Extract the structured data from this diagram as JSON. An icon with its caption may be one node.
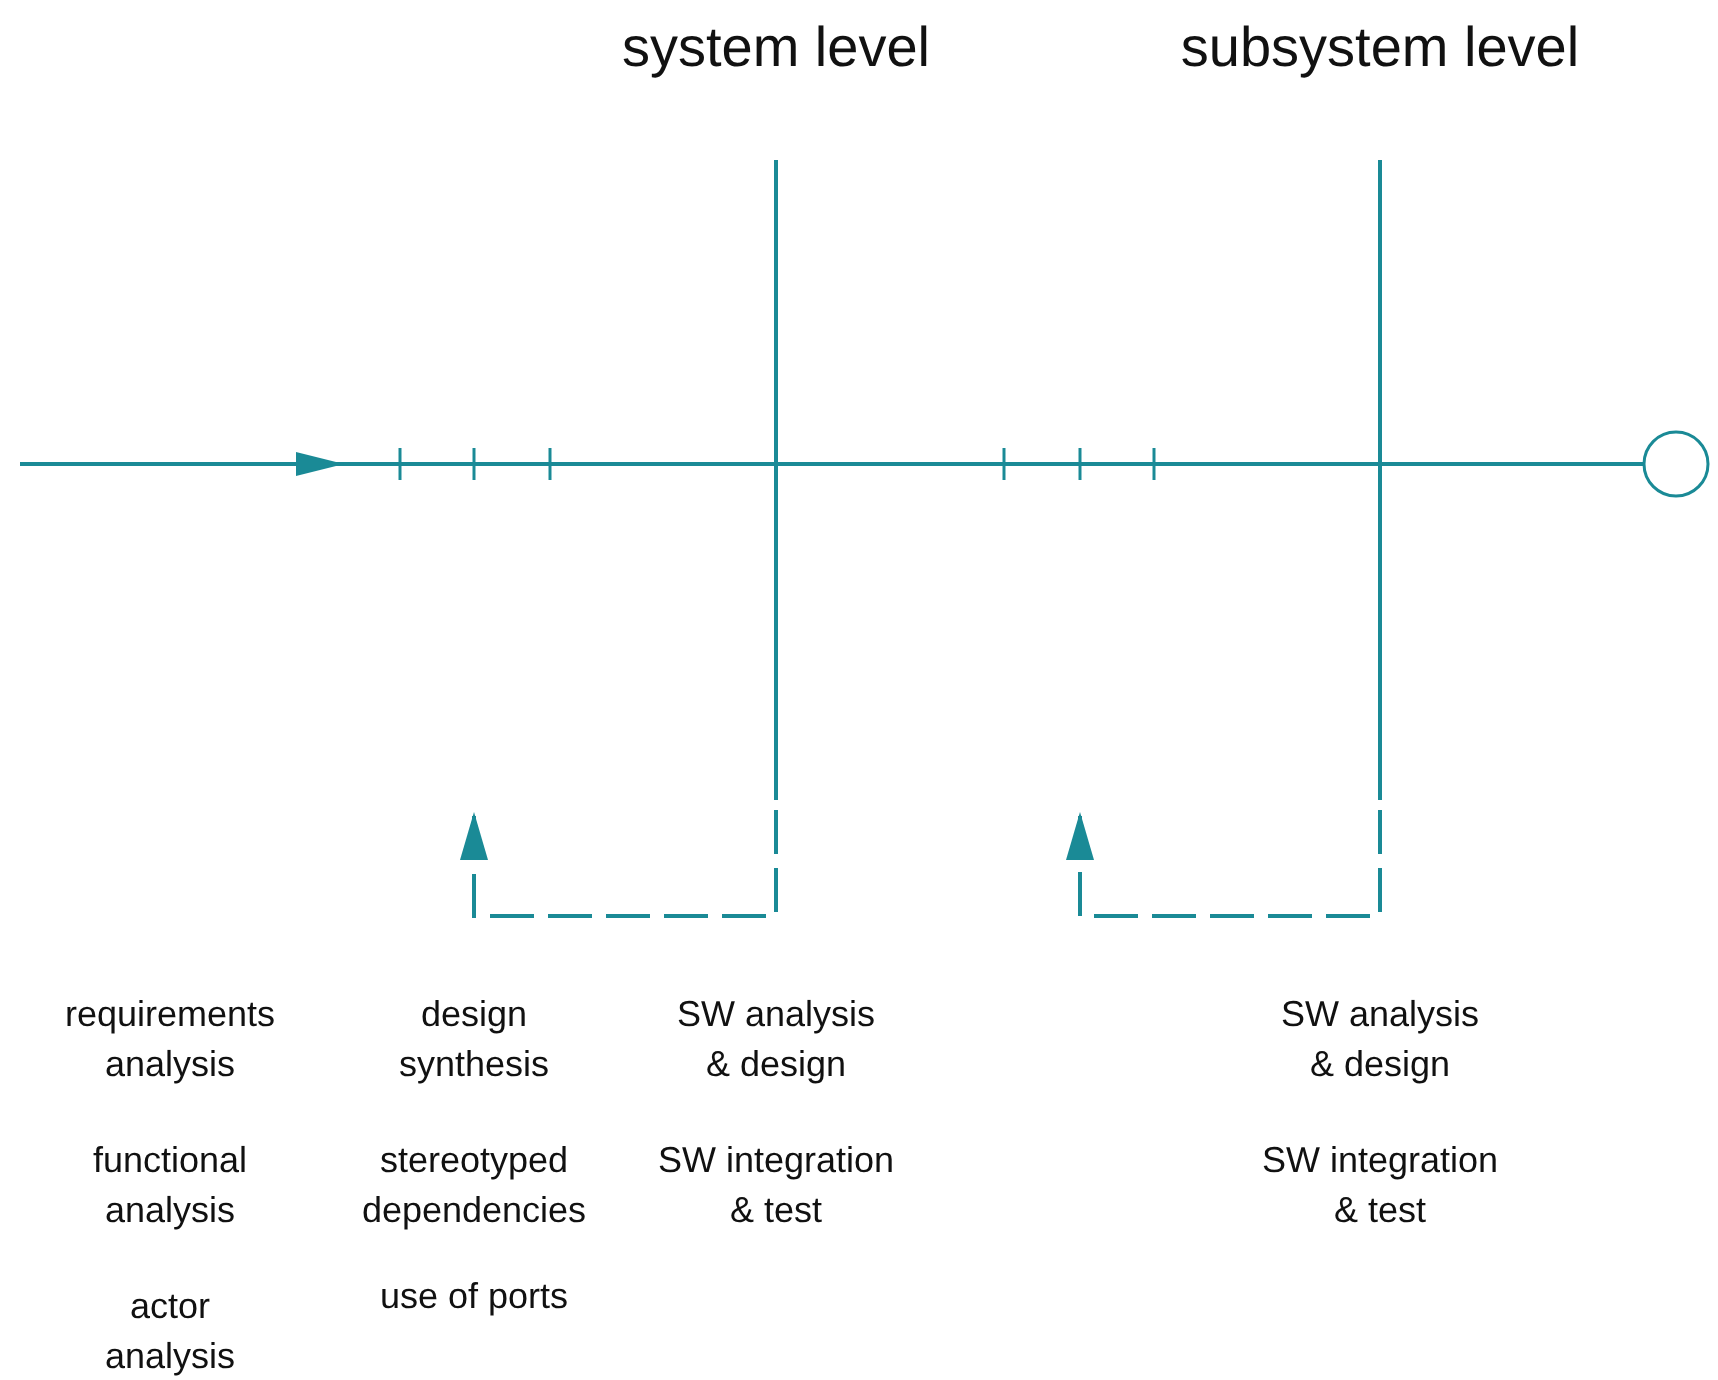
{
  "diagram": {
    "nodes": [
      {
        "text": [],
        "shape": "circle"
      }
    ],
    "labels": [
      "system level",
      "subsystem level",
      "requirements analysis",
      "design synthesis",
      "SW analysis & design",
      "SW analysis & design",
      "functional analysis",
      "stereotyped dependencies",
      "SW integration & test",
      "SW integration & test",
      "actor analysis",
      "use of ports"
    ]
  }
}
